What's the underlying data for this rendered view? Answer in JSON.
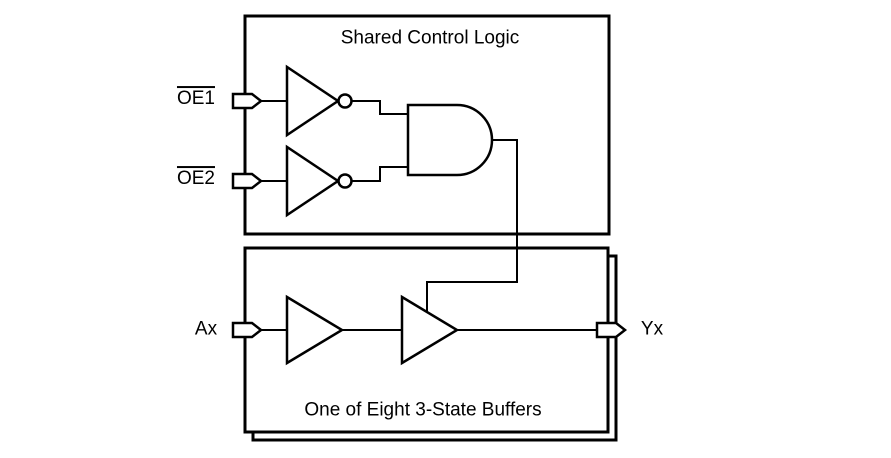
{
  "blocks": {
    "control": {
      "title": "Shared Control Logic"
    },
    "buffers": {
      "title": "One of Eight 3-State Buffers",
      "stacked": true
    }
  },
  "signals": {
    "oe1": {
      "label": "OE1",
      "overline": true,
      "direction": "input"
    },
    "oe2": {
      "label": "OE2",
      "overline": true,
      "direction": "input"
    },
    "ax": {
      "label": "Ax",
      "direction": "input"
    },
    "yx": {
      "label": "Yx",
      "direction": "output"
    }
  },
  "gates": [
    {
      "name": "inverter-1",
      "type": "inverter",
      "input": "OE1"
    },
    {
      "name": "inverter-2",
      "type": "inverter",
      "input": "OE2"
    },
    {
      "name": "and-gate",
      "type": "and"
    },
    {
      "name": "input-buffer",
      "type": "buffer",
      "input": "Ax"
    },
    {
      "name": "three-state-buffer",
      "type": "buffer",
      "output": "Yx"
    }
  ],
  "colors": {
    "line": "#000000",
    "background": "#ffffff"
  }
}
